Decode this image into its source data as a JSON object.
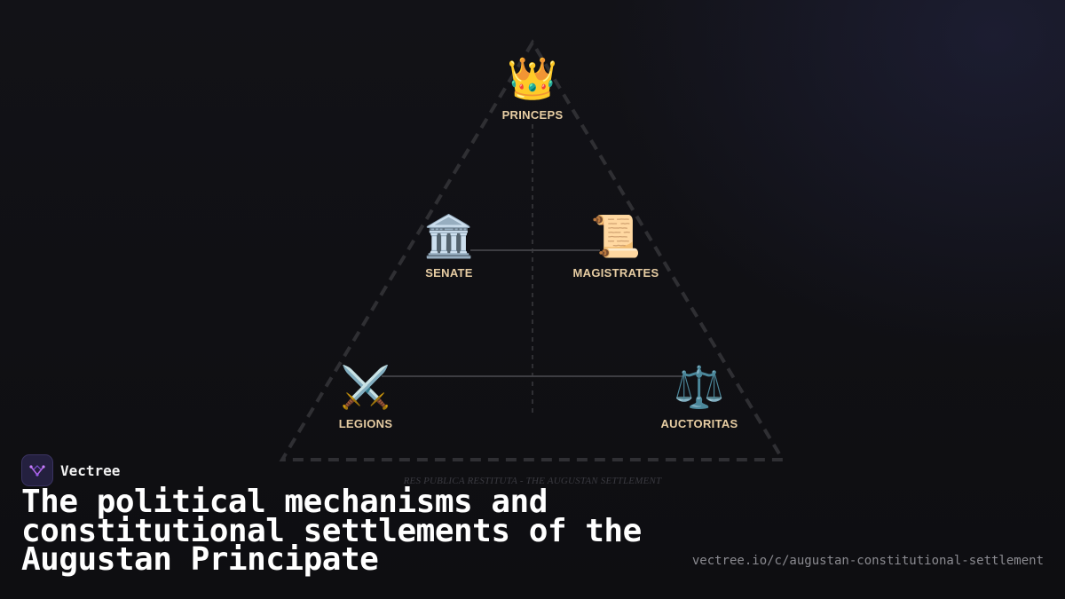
{
  "diagram": {
    "nodes": {
      "princeps": {
        "label": "PRINCEPS",
        "icon": "crown-icon",
        "glyph": "👑"
      },
      "senate": {
        "label": "SENATE",
        "icon": "classical-building-icon",
        "glyph": "🏛️"
      },
      "magistrates": {
        "label": "MAGISTRATES",
        "icon": "scroll-icon",
        "glyph": "📜"
      },
      "legions": {
        "label": "LEGIONS",
        "icon": "crossed-swords-icon",
        "glyph": "⚔️"
      },
      "auctoritas": {
        "label": "AUCTORITAS",
        "icon": "balance-scale-icon",
        "glyph": "⚖️"
      }
    },
    "caption": "RES PUBLICA RESTITUTA - THE AUGUSTAN SETTLEMENT",
    "colors": {
      "label": "#e7cda3",
      "triangle_stroke": "#2f2f33",
      "connector": "#3d3d42"
    }
  },
  "footer": {
    "brand_name": "Vectree",
    "brand_icon": "vectree-logo-icon",
    "title": "The political mechanisms and constitutional settlements of the Augustan Principate",
    "url": "vectree.io/c/augustan-constitutional-settlement"
  }
}
